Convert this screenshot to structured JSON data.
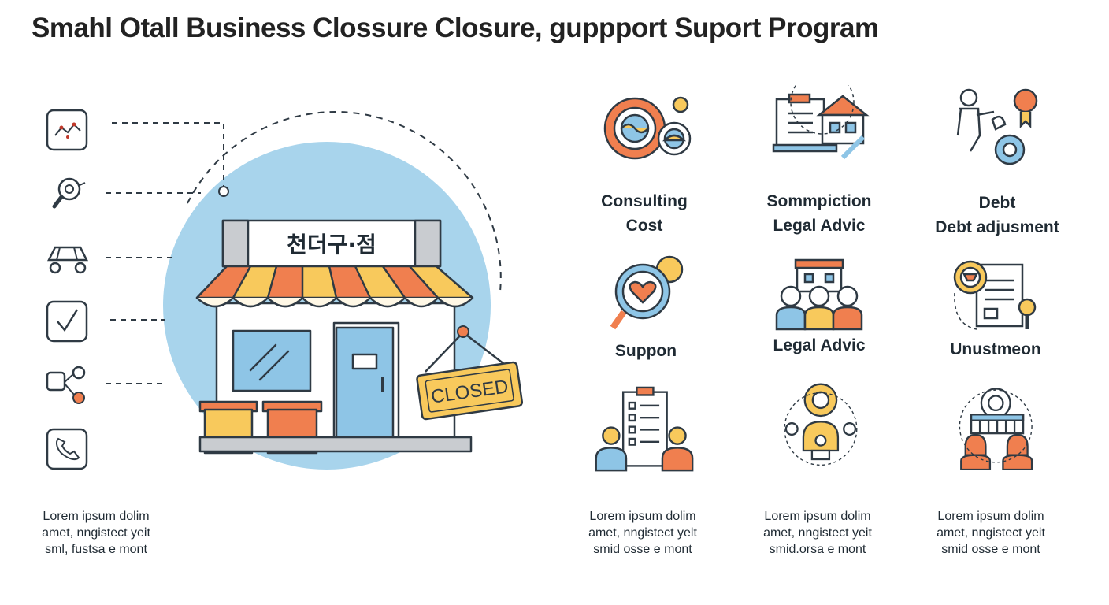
{
  "title": "Smahl Otall Business Clossure Closure, ɡuppport Suport Program",
  "store": {
    "sign_text": "천더구·점",
    "closed_sign": "CLOSED"
  },
  "side_icons": [
    {
      "icon": "line-chart-icon"
    },
    {
      "icon": "magnifier-icon"
    },
    {
      "icon": "cart-icon"
    },
    {
      "icon": "checkbox-icon"
    },
    {
      "icon": "network-icon"
    },
    {
      "icon": "phone-icon"
    }
  ],
  "left_caption": [
    "Lorem ipsum dolim",
    "amet, nngistect yeit",
    "sml, fustsa e mont"
  ],
  "services": [
    {
      "icon": "consulting-gears-icon",
      "lines": [
        "Consulting",
        "Cost"
      ]
    },
    {
      "icon": "legal-documents-house-icon",
      "lines": [
        "Sommpiction",
        "Legal Advic"
      ]
    },
    {
      "icon": "debt-advisor-icon",
      "lines": [
        "Debt",
        "Debt adjusment"
      ]
    },
    {
      "icon": "heart-magnifier-icon",
      "lines": [
        "Suppon"
      ]
    },
    {
      "icon": "legal-team-icon",
      "lines": [
        "Legal Advic"
      ]
    },
    {
      "icon": "debt-document-icon",
      "lines": [
        "Unustmeon"
      ]
    },
    {
      "icon": "checklist-people-icon",
      "lines": []
    },
    {
      "icon": "idea-gear-icon",
      "lines": []
    },
    {
      "icon": "team-calendar-icon",
      "lines": []
    }
  ],
  "captions": [
    [
      "Lorem ipsum dolim",
      "amet, nngistect yelt",
      "smid osse e mont"
    ],
    [
      "Lorem ipsum dolim",
      "amet, nngistect yeit",
      "smid.orsa e mont"
    ],
    [
      "Lorem ipsum dolim",
      "amet, nngistect yeit",
      "smid osse e mont"
    ]
  ],
  "colors": {
    "circle": "#a8d4ec",
    "orange": "#f07f4f",
    "yellow": "#f8c95c",
    "blue": "#8ec5e6",
    "dark": "#2f3a44"
  }
}
